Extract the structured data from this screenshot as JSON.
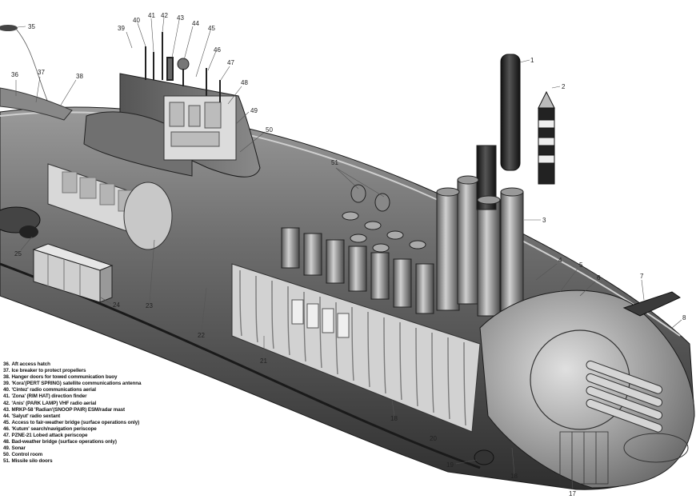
{
  "callouts": [
    "1",
    "2",
    "3",
    "4",
    "5",
    "6",
    "7",
    "8",
    "17",
    "18",
    "18",
    "19",
    "20",
    "21",
    "22",
    "23",
    "24",
    "25",
    "35",
    "36",
    "37",
    "38",
    "39",
    "40",
    "41",
    "42",
    "43",
    "44",
    "45",
    "46",
    "47",
    "48",
    "49",
    "50",
    "51"
  ],
  "legend": [
    {
      "num": "36.",
      "text": "Aft access hatch"
    },
    {
      "num": "37.",
      "text": "Ice breaker to protect propellers"
    },
    {
      "num": "38.",
      "text": "Hanger doors for towed communication buoy"
    },
    {
      "num": "39.",
      "text": "'Kora'(PERT SPRING) satellite communications antenna"
    },
    {
      "num": "40.",
      "text": "'Cintez' radio communications aerial"
    },
    {
      "num": "41.",
      "text": "'Zona' (RIM HAT) direction finder"
    },
    {
      "num": "42.",
      "text": "'Anis' (PARK LAMP) VHF radio aerial"
    },
    {
      "num": "43.",
      "text": "MRKP-58 'Radian'(SNOOP PAIR) ESM/radar mast"
    },
    {
      "num": "44.",
      "text": "'Salyut' radio sextant"
    },
    {
      "num": "45.",
      "text": "Access to fair-weather bridge (surface operations only)"
    },
    {
      "num": "46.",
      "text": "'Kutum' search/navigation periscope"
    },
    {
      "num": "47.",
      "text": "PZNE-21 Lobed attack periscope"
    },
    {
      "num": "48.",
      "text": "Bad-weather bridge (surface operations only)"
    },
    {
      "num": "49.",
      "text": "Sonar"
    },
    {
      "num": "50.",
      "text": "Control room"
    },
    {
      "num": "51.",
      "text": "Missile silo doors"
    }
  ]
}
